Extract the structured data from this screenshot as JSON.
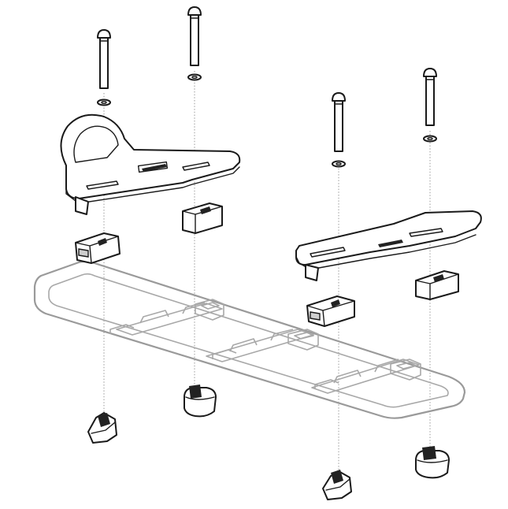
{
  "figure": {
    "description_free": true,
    "colors": {
      "ink": "#1a1a1a",
      "frame": "#9a9a9a",
      "axis": "#9a9a9a",
      "background": "#ffffff"
    },
    "parts": {
      "bolts": 4,
      "washers": 4,
      "mounting_brackets": 2,
      "clamp_blocks": 4,
      "clamp_nuts": 4
    },
    "icons": [
      "bolt-icon",
      "washer-icon",
      "bracket-icon",
      "clamp-block-icon",
      "nut-icon",
      "rack-frame-icon"
    ]
  }
}
